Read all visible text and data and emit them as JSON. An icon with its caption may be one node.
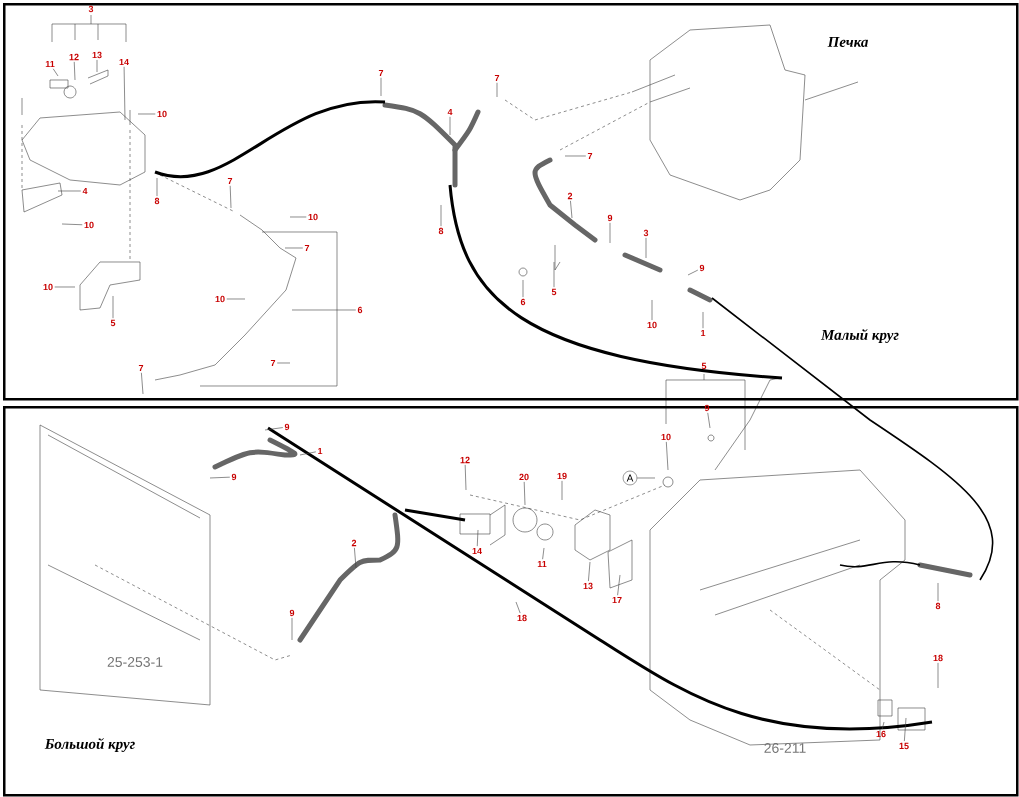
{
  "diagram": {
    "nodes": [
      {
        "text": [
          "Печка",
          "Малый круг"
        ]
      },
      {
        "text": [
          "Большой круг"
        ]
      },
      {
        "text": [
          "3"
        ],
        "in": 0
      },
      {
        "text": [
          "11"
        ],
        "in": 0
      },
      {
        "text": [
          "12"
        ],
        "in": 0
      },
      {
        "text": [
          "13"
        ],
        "in": 0
      },
      {
        "text": [
          "14"
        ],
        "in": 0
      },
      {
        "text": [
          "10"
        ],
        "in": 0
      },
      {
        "text": [
          "4"
        ],
        "in": 0
      },
      {
        "text": [
          "10"
        ],
        "in": 0
      },
      {
        "text": [
          "8"
        ],
        "in": 0
      },
      {
        "text": [
          "7"
        ],
        "in": 0
      },
      {
        "text": [
          "10"
        ],
        "in": 0
      },
      {
        "text": [
          "7"
        ],
        "in": 0
      },
      {
        "text": [
          "10"
        ],
        "in": 0
      },
      {
        "text": [
          "5"
        ],
        "in": 0
      },
      {
        "text": [
          "10"
        ],
        "in": 0
      },
      {
        "text": [
          "6"
        ],
        "in": 0
      },
      {
        "text": [
          "7"
        ],
        "in": 0
      },
      {
        "text": [
          "7"
        ],
        "in": 0
      },
      {
        "text": [
          "7"
        ],
        "in": 0
      },
      {
        "text": [
          "4"
        ],
        "in": 0
      },
      {
        "text": [
          "7"
        ],
        "in": 0
      },
      {
        "text": [
          "8"
        ],
        "in": 0
      },
      {
        "text": [
          "7"
        ],
        "in": 0
      },
      {
        "text": [
          "2"
        ],
        "in": 0
      },
      {
        "text": [
          "9"
        ],
        "in": 0
      },
      {
        "text": [
          "3"
        ],
        "in": 0
      },
      {
        "text": [
          "9"
        ],
        "in": 0
      },
      {
        "text": [
          "6"
        ],
        "in": 0
      },
      {
        "text": [
          "5"
        ],
        "in": 0
      },
      {
        "text": [
          "10"
        ],
        "in": 0
      },
      {
        "text": [
          "1"
        ],
        "in": 0
      },
      {
        "text": [
          "5"
        ],
        "in": 0
      },
      {
        "text": [
          "9"
        ],
        "in": 1
      },
      {
        "text": [
          "1"
        ],
        "in": 1
      },
      {
        "text": [
          "9"
        ],
        "in": 1
      },
      {
        "text": [
          "2"
        ],
        "in": 1
      },
      {
        "text": [
          "9"
        ],
        "in": 1
      },
      {
        "text": [
          "12"
        ],
        "in": 1
      },
      {
        "text": [
          "20"
        ],
        "in": 1
      },
      {
        "text": [
          "19"
        ],
        "in": 1
      },
      {
        "text": [
          "14"
        ],
        "in": 1
      },
      {
        "text": [
          "11"
        ],
        "in": 1
      },
      {
        "text": [
          "13"
        ],
        "in": 1
      },
      {
        "text": [
          "17"
        ],
        "in": 1
      },
      {
        "text": [
          "18"
        ],
        "in": 1
      },
      {
        "text": [
          "10"
        ],
        "in": 1
      },
      {
        "text": [
          "9"
        ],
        "in": 1
      },
      {
        "text": [
          "A"
        ],
        "in": 1
      },
      {
        "text": [
          "8"
        ],
        "in": 1
      },
      {
        "text": [
          "18"
        ],
        "in": 1
      },
      {
        "text": [
          "16"
        ],
        "in": 1
      },
      {
        "text": [
          "15"
        ],
        "in": 1
      }
    ],
    "edges": [
      {
        "from": 3,
        "to": null,
        "arrow": "none"
      },
      {
        "from": 4,
        "to": null,
        "arrow": "none"
      },
      {
        "from": 5,
        "to": null,
        "arrow": "none"
      },
      {
        "from": 6,
        "to": null,
        "arrow": "none"
      },
      {
        "from": 7,
        "to": null,
        "arrow": "none"
      },
      {
        "from": 8,
        "to": null,
        "arrow": "none"
      },
      {
        "from": 9,
        "to": null,
        "arrow": "none"
      },
      {
        "from": 10,
        "to": null,
        "arrow": "none"
      },
      {
        "from": 11,
        "to": null,
        "arrow": "none"
      },
      {
        "from": 12,
        "to": null,
        "arrow": "none"
      },
      {
        "from": 13,
        "to": null,
        "arrow": "none"
      },
      {
        "from": 14,
        "to": null,
        "arrow": "none"
      },
      {
        "from": 15,
        "to": null,
        "arrow": "none"
      },
      {
        "from": 16,
        "to": null,
        "arrow": "none"
      },
      {
        "from": 17,
        "to": null,
        "arrow": "none"
      },
      {
        "from": 18,
        "to": null,
        "arrow": "none"
      },
      {
        "from": 19,
        "to": null,
        "arrow": "none"
      },
      {
        "from": 20,
        "to": null,
        "arrow": "none"
      },
      {
        "from": 21,
        "to": null,
        "arrow": "none"
      },
      {
        "from": 22,
        "to": null,
        "arrow": "none"
      },
      {
        "from": 23,
        "to": null,
        "arrow": "none"
      },
      {
        "from": 24,
        "to": null,
        "arrow": "none"
      },
      {
        "from": 25,
        "to": null,
        "arrow": "none"
      },
      {
        "from": 26,
        "to": null,
        "arrow": "none"
      },
      {
        "from": 27,
        "to": null,
        "arrow": "none"
      },
      {
        "from": 28,
        "to": null,
        "arrow": "none"
      },
      {
        "from": 29,
        "to": null,
        "arrow": "none"
      },
      {
        "from": 30,
        "to": null,
        "arrow": "none"
      },
      {
        "from": 31,
        "to": null,
        "arrow": "none"
      },
      {
        "from": 32,
        "to": null,
        "arrow": "none"
      },
      {
        "from": 34,
        "to": null,
        "arrow": "none"
      },
      {
        "from": 35,
        "to": null,
        "arrow": "none"
      },
      {
        "from": 36,
        "to": null,
        "arrow": "none"
      },
      {
        "from": 37,
        "to": null,
        "arrow": "none"
      },
      {
        "from": 38,
        "to": null,
        "arrow": "none"
      },
      {
        "from": 39,
        "to": null,
        "arrow": "none"
      },
      {
        "from": 40,
        "to": null,
        "arrow": "none"
      },
      {
        "from": 41,
        "to": null,
        "arrow": "none"
      },
      {
        "from": 42,
        "to": null,
        "arrow": "none"
      },
      {
        "from": 43,
        "to": null,
        "arrow": "none"
      },
      {
        "from": 44,
        "to": null,
        "arrow": "none"
      },
      {
        "from": 45,
        "to": null,
        "arrow": "none"
      },
      {
        "from": 46,
        "to": null,
        "arrow": "none"
      },
      {
        "from": 47,
        "to": null,
        "arrow": "none"
      },
      {
        "from": 48,
        "to": null,
        "arrow": "none"
      },
      {
        "from": 49,
        "to": null,
        "arrow": "none"
      },
      {
        "from": 50,
        "to": null,
        "arrow": "none"
      },
      {
        "from": 51,
        "to": null,
        "arrow": "none"
      },
      {
        "from": 52,
        "to": null,
        "arrow": "none"
      },
      {
        "from": 53,
        "to": null,
        "arrow": "none"
      }
    ],
    "labels": [
      "25-253-1",
      "26-211"
    ]
  }
}
